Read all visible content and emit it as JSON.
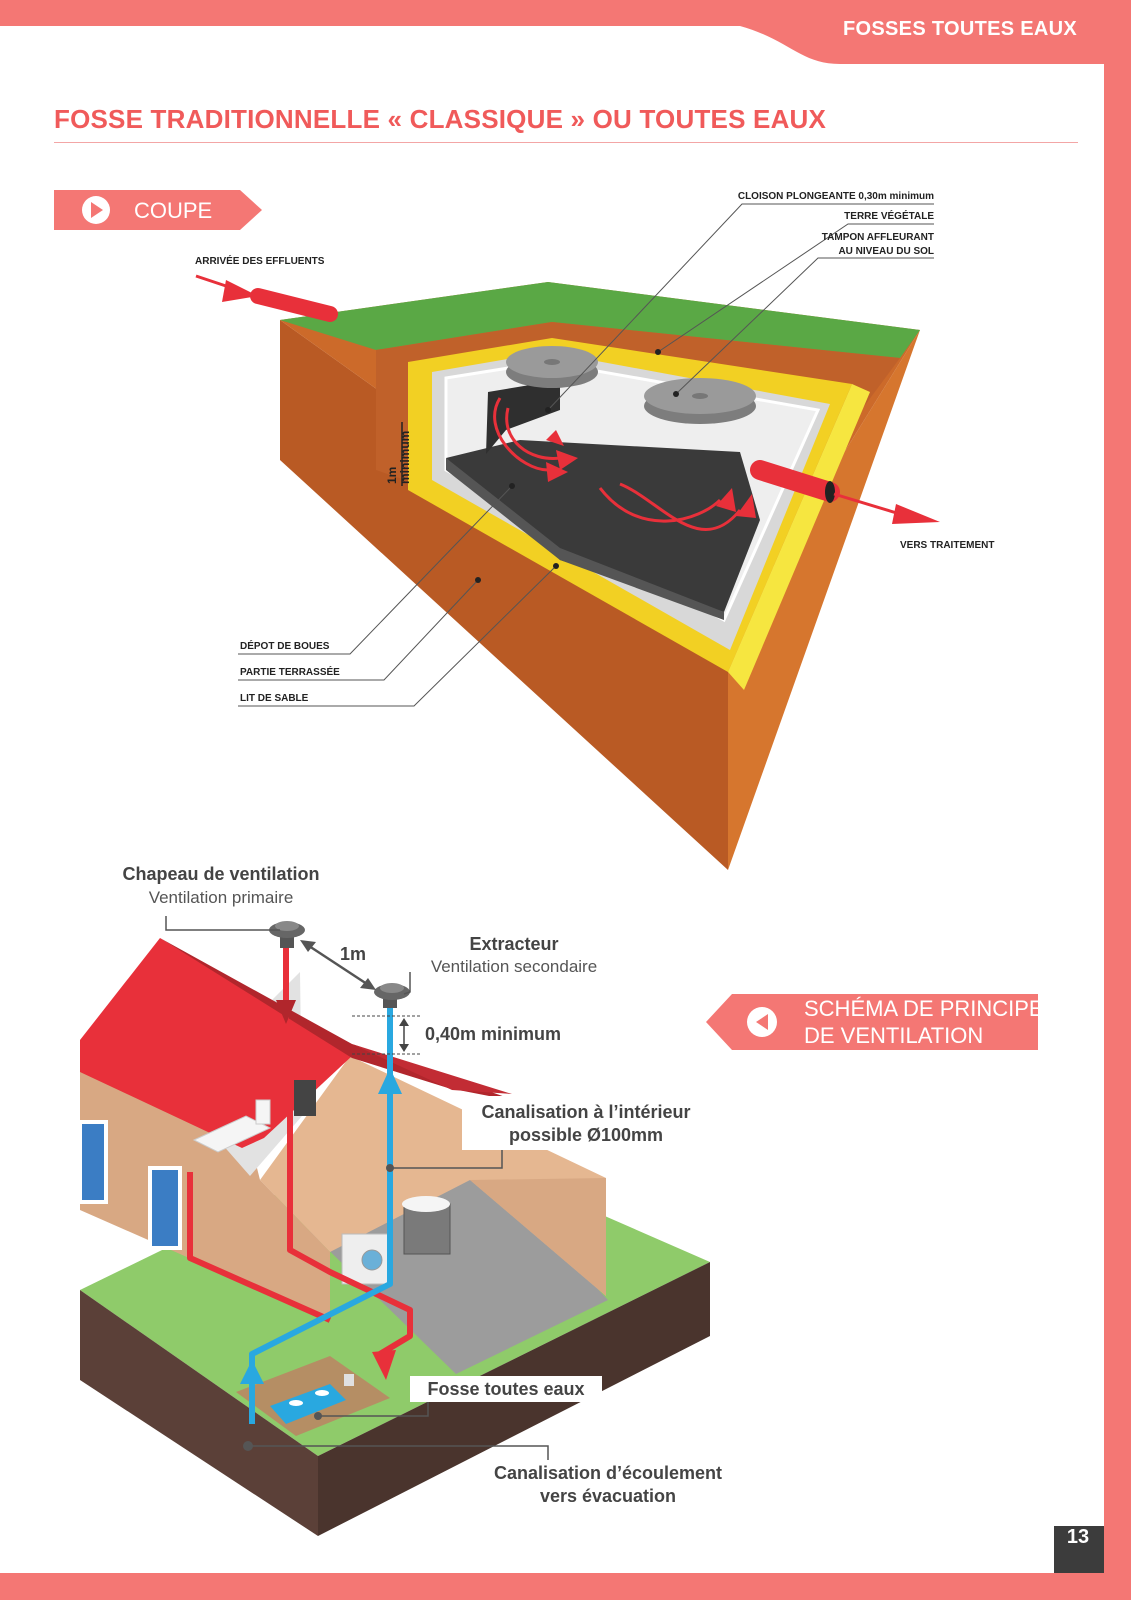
{
  "header": {
    "chapter": "FOSSES TOUTES EAUX"
  },
  "title": "FOSSE TRADITIONNELLE « CLASSIQUE » OU TOUTES EAUX",
  "coupe": {
    "badge": "COUPE",
    "labels": {
      "arrivee": "ARRIVÉE DES EFFLUENTS",
      "cloison": "CLOISON PLONGEANTE 0,30m minimum",
      "terre": "TERRE VÉGÉTALE",
      "tampon_1": "TAMPON AFFLEURANT",
      "tampon_2": "AU NIVEAU DU SOL",
      "vers_traitement": "VERS TRAITEMENT",
      "depot": "DÉPOT DE BOUES",
      "partie": "PARTIE TERRASSÉE",
      "lit": "LIT DE SABLE",
      "hauteur_1": "1m",
      "hauteur_2": "minimum"
    }
  },
  "ventilation": {
    "badge_1": "SCHÉMA DE PRINCIPE",
    "badge_2": "DE VENTILATION",
    "chapeau_title": "Chapeau de ventilation",
    "chapeau_sub": "Ventilation primaire",
    "distance": "1m",
    "extracteur_title": "Extracteur",
    "extracteur_sub": "Ventilation secondaire",
    "hauteur": "0,40m minimum",
    "canal_int_1": "Canalisation à l’intérieur",
    "canal_int_2": "possible Ø100mm",
    "fosse": "Fosse toutes eaux",
    "canal_ecoul_1": "Canalisation d’écoulement",
    "canal_ecoul_2": "vers évacuation"
  },
  "page_number": "13",
  "colors": {
    "brand": "#f47774",
    "title": "#f05a5a",
    "grass": "#5aa845",
    "soil": "#c9632a",
    "sand": "#f2d023",
    "pipe_red": "#e8303a",
    "pipe_blue": "#29a8e0"
  }
}
